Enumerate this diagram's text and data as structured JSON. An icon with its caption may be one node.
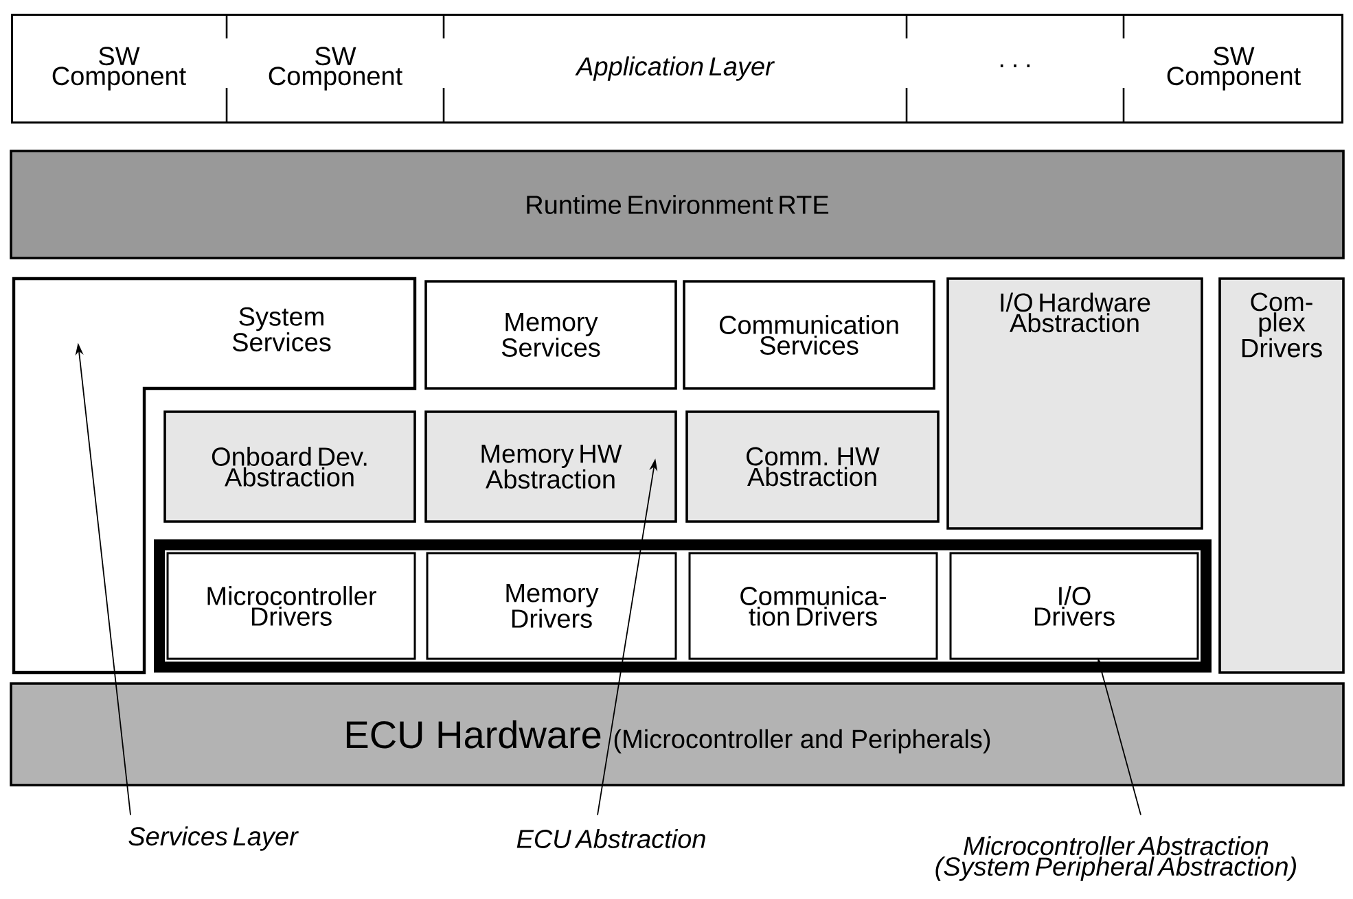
{
  "diagram": {
    "nodes": [
      {
        "text": [],
        "shape": "box"
      },
      {
        "text": [
          "SW Component"
        ],
        "in": 0
      },
      {
        "text": [
          "SW Component"
        ],
        "in": 0
      },
      {
        "text": [
          "Application Layer"
        ],
        "in": 0
      },
      {
        "text": [
          "· · ·"
        ],
        "in": 0
      },
      {
        "text": [
          "SW Component"
        ],
        "in": 0
      },
      {
        "text": [
          "Runtime Environment RTE"
        ]
      },
      {
        "text": [
          "System Services"
        ]
      },
      {
        "text": [
          "Memory Services"
        ]
      },
      {
        "text": [
          "Communication Services"
        ]
      },
      {
        "text": [
          "I/O Hardware Abstraction"
        ]
      },
      {
        "text": [
          "Com- plex Drivers"
        ]
      },
      {
        "text": [
          "Onboard Dev. Abstraction"
        ]
      },
      {
        "text": [
          "Memory HW Abstraction"
        ]
      },
      {
        "text": [
          "Comm. HW Abstraction"
        ]
      },
      {
        "text": [],
        "shape": "box"
      },
      {
        "text": [
          "Microcontroller Drivers"
        ],
        "in": 15
      },
      {
        "text": [
          "Memory Drivers"
        ],
        "in": 15
      },
      {
        "text": [
          "Communica- tion Drivers"
        ],
        "in": 15
      },
      {
        "text": [
          "I/O Drivers"
        ],
        "in": 15
      },
      {
        "text": [
          "ECU Hardware",
          "(Microcontroller and Peripherals)"
        ]
      },
      {
        "text": [
          "Services Layer"
        ]
      },
      {
        "text": [
          "ECU Abstraction"
        ]
      },
      {
        "text": [
          "Microcontroller Abstraction (System Peripheral Abstraction)"
        ]
      }
    ],
    "edges": [
      {
        "from": 21,
        "to": 7,
        "arrow": "to"
      },
      {
        "from": 22,
        "to": 13,
        "arrow": "to"
      },
      {
        "from": 23,
        "to": 19,
        "arrow": "to"
      }
    ]
  }
}
